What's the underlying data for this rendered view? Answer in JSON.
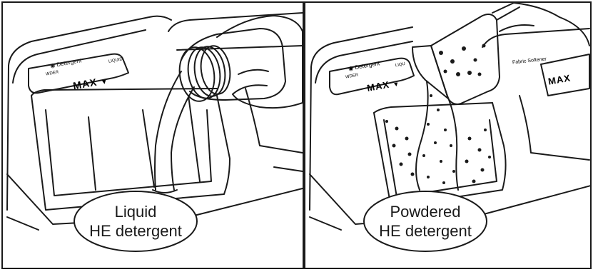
{
  "panels": [
    {
      "id": "liquid",
      "caption_line1": "Liquid",
      "caption_line2": "HE detergent",
      "tray_texts": {
        "compartment": "Detergent",
        "small_left": "WDER",
        "small_right": "LIQUID",
        "max": "MAX"
      }
    },
    {
      "id": "powdered",
      "caption_line1": "Powdered",
      "caption_line2": "HE detergent",
      "tray_texts": {
        "compartment": "Detergent",
        "small_left": "WDER",
        "small_right": "LIQU",
        "softener": "Fabric Softener",
        "max_left": "MAX",
        "max_right": "MAX"
      }
    }
  ],
  "colors": {
    "line": "#1a1a1a",
    "background": "#ffffff"
  }
}
